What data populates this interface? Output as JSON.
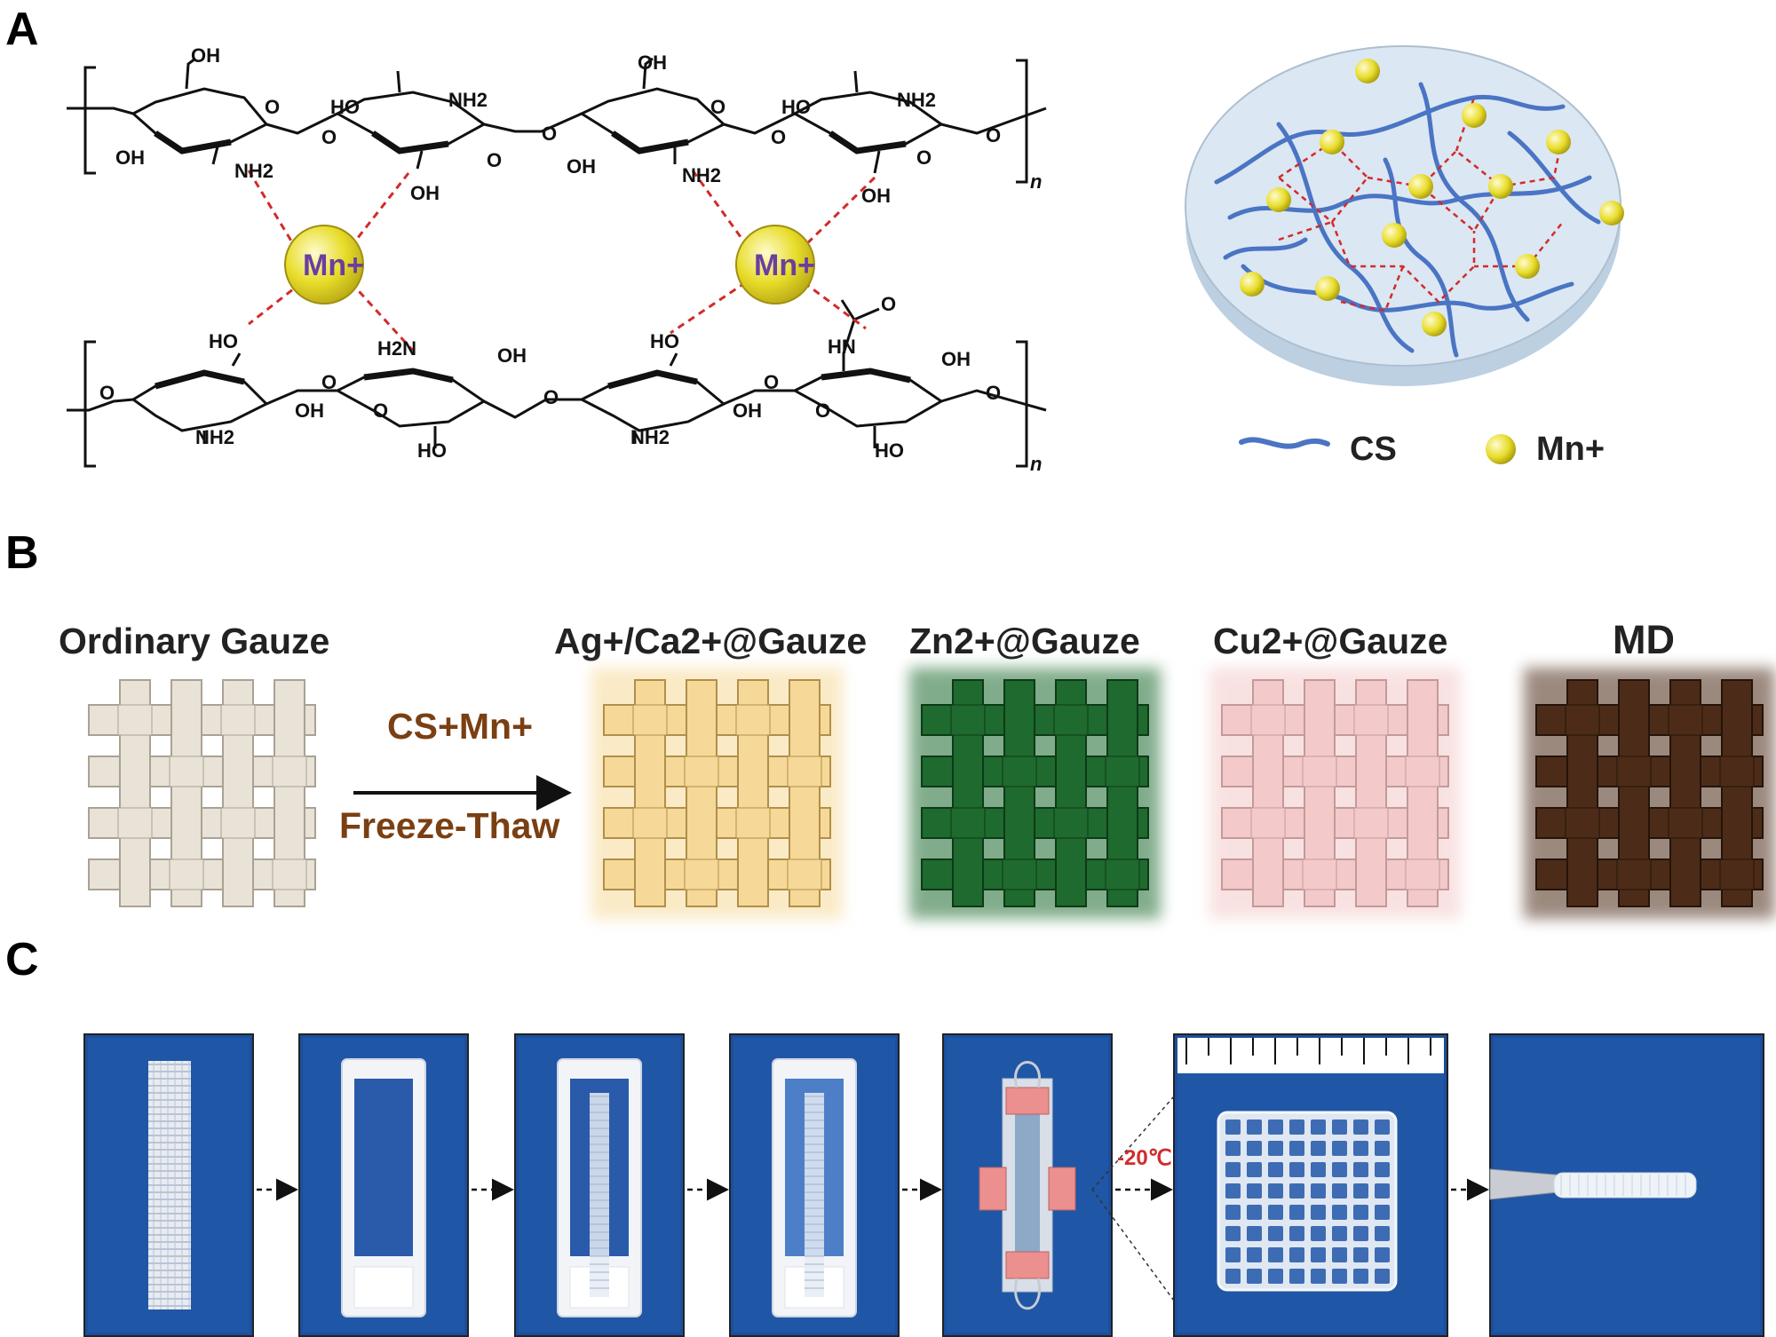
{
  "panels": {
    "a": "A",
    "b": "B",
    "c": "C"
  },
  "panel_a": {
    "groups": {
      "oh": "OH",
      "ho": "HO",
      "nh2": "NH2",
      "h2n": "H2N",
      "hn": "HN",
      "o": "O",
      "n": "n"
    },
    "metal_ion": "Mn+",
    "legend": {
      "cs": "CS",
      "metal": "Mn+"
    },
    "colors": {
      "chain": "#4a74c4",
      "bond": "#d22b2b",
      "ion": "#e8dd2a",
      "disk": "#d6e3ee",
      "ion_text": "#6a3ea0"
    }
  },
  "panel_b": {
    "gauzes": [
      {
        "label": "Ordinary Gauze",
        "color": "#e9e2d6",
        "stroke": "#a9a294"
      },
      {
        "label": "Ag+/Ca2+@Gauze",
        "color": "#f6d998",
        "stroke": "#b08f4a"
      },
      {
        "label": "Zn2+@Gauze",
        "color": "#1f6a2e",
        "stroke": "#0d3a17"
      },
      {
        "label": "Cu2+@Gauze",
        "color": "#f4c9c9",
        "stroke": "#c29a9a"
      },
      {
        "label": "MD",
        "color": "#4c2c18",
        "stroke": "#24140a"
      }
    ],
    "process_top": "CS+Mn+",
    "process_bottom": "Freeze-Thaw"
  },
  "panel_c": {
    "temperature": "-20℃",
    "photos": [
      {
        "name": "gauze-strip"
      },
      {
        "name": "empty-mold"
      },
      {
        "name": "gauze-in-mold"
      },
      {
        "name": "solution-filled-mold"
      },
      {
        "name": "clamped-mold"
      },
      {
        "name": "hydrogel-closeup"
      },
      {
        "name": "tweezers-sample"
      }
    ],
    "colors": {
      "photo_bg": "#1b4f9e"
    }
  }
}
